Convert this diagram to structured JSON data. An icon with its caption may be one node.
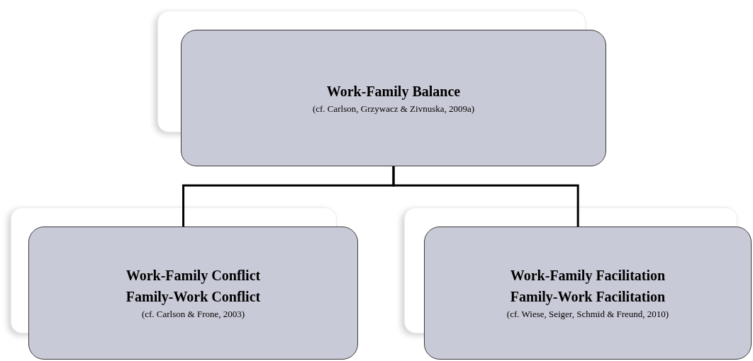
{
  "diagram": {
    "nodes": [
      {
        "text": [
          "Work-Family Balance",
          "(cf. Carlson, Grzywacz & Zivnuska, 2009a)"
        ]
      },
      {
        "text": [
          "Work-Family Conflict",
          "Family-Work Conflict",
          "(cf. Carlson & Frone, 2003)"
        ]
      },
      {
        "text": [
          "Work-Family Facilitation",
          "Family-Work Facilitation",
          "(cf. Wiese, Seiger, Schmid & Freund, 2010)"
        ]
      }
    ],
    "edges": [
      {
        "from": 0,
        "to": 1,
        "arrow": "none"
      },
      {
        "from": 0,
        "to": 2,
        "arrow": "none"
      }
    ]
  }
}
